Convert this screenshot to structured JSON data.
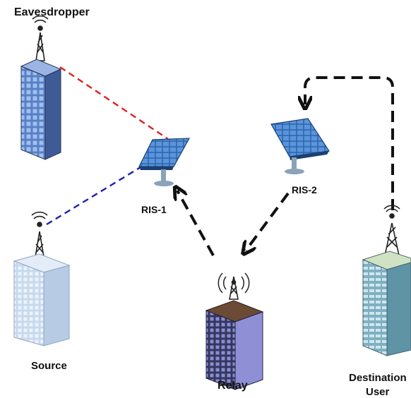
{
  "labels": {
    "eavesdropper": "Eavesdropper",
    "source": "Source",
    "relay": "Relay",
    "ris1": "RIS-1",
    "ris2": "RIS-2",
    "destination_line1": "Destination",
    "destination_line2": "User"
  },
  "colors": {
    "eavesdropper_link": "#dd2222",
    "source_link": "#1f1fb0",
    "relay_links": "#111111",
    "building_blue": "#6f93d6",
    "building_light": "#d8e6f5",
    "building_teal": "#8fc0cf",
    "relay_building": "#3d3f74",
    "antenna": "#222222",
    "panel": "#2d66b3"
  },
  "icons": [
    "antenna-tower-icon",
    "building-icon",
    "solar-panel-icon",
    "signal-waves-icon"
  ]
}
